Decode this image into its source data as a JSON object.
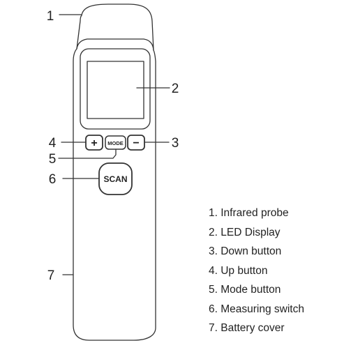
{
  "callouts": {
    "probe": "1",
    "display": "2",
    "down": "3",
    "up": "4",
    "mode": "5",
    "scan": "6",
    "battery": "7"
  },
  "buttons": {
    "up_symbol": "+",
    "mode_label": "MODE",
    "down_symbol": "−",
    "scan_label": "SCAN"
  },
  "legend": [
    "1. Infrared probe",
    "2. LED Display",
    "3. Down button",
    "4. Up button",
    "5. Mode button",
    "6. Measuring switch",
    "7. Battery cover"
  ]
}
